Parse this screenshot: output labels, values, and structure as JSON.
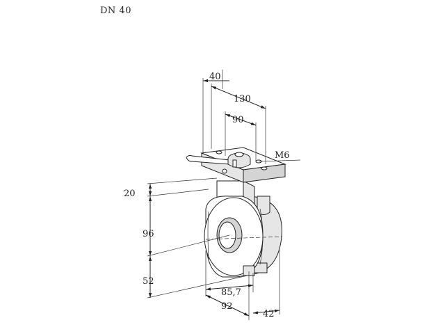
{
  "title": "DN 40",
  "dimensions": {
    "d40": "40",
    "d130": "130",
    "d90": "90",
    "m6": "M6",
    "d20": "20",
    "d96": "96",
    "d52": "52",
    "d85_7": "85,7",
    "d92": "92",
    "d42": "42"
  }
}
